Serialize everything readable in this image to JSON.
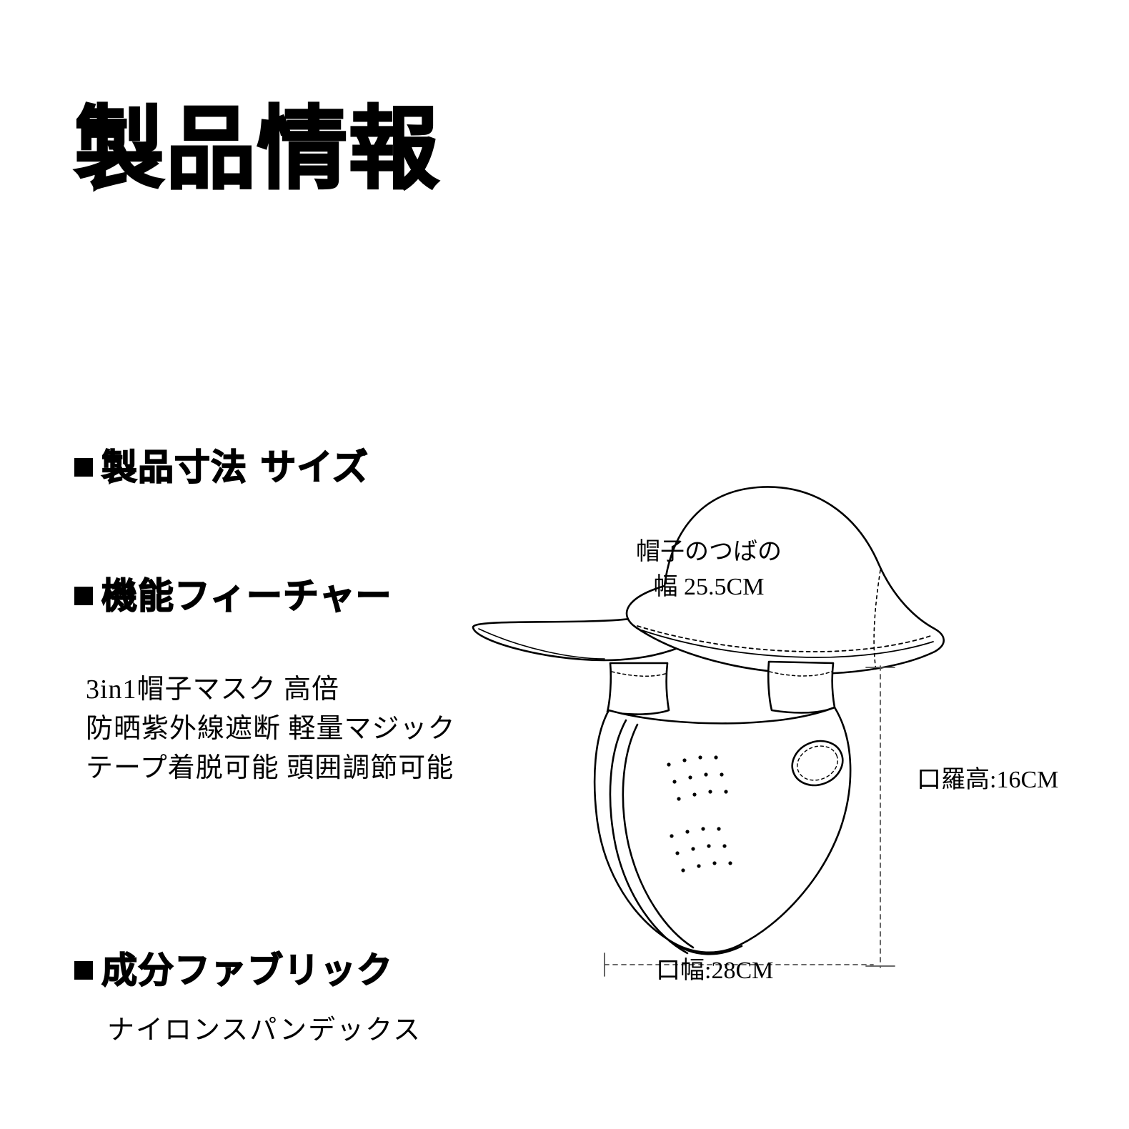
{
  "document": {
    "title": "製品情報"
  },
  "sections": [
    {
      "key": "size",
      "heading": "製品寸法 サイズ"
    },
    {
      "key": "feature",
      "heading": "機能フィーチャー",
      "body": "3in1帽子マスク 高倍\n防晒紫外線遮断 軽量マジック\nテープ着脱可能 頭囲調節可能"
    },
    {
      "key": "fabric",
      "heading": "成分ファブリック",
      "body": "ナイロンスパンデックス"
    }
  ],
  "illustration": {
    "labels": {
      "brim": "帽子のつばの\n幅 25.5CM",
      "mask_height": "口羅高:16CM",
      "mask_width": "口幅:28CM"
    },
    "colors": {
      "stroke": "#000000",
      "fill": "#ffffff",
      "dashed": "#555555"
    }
  }
}
